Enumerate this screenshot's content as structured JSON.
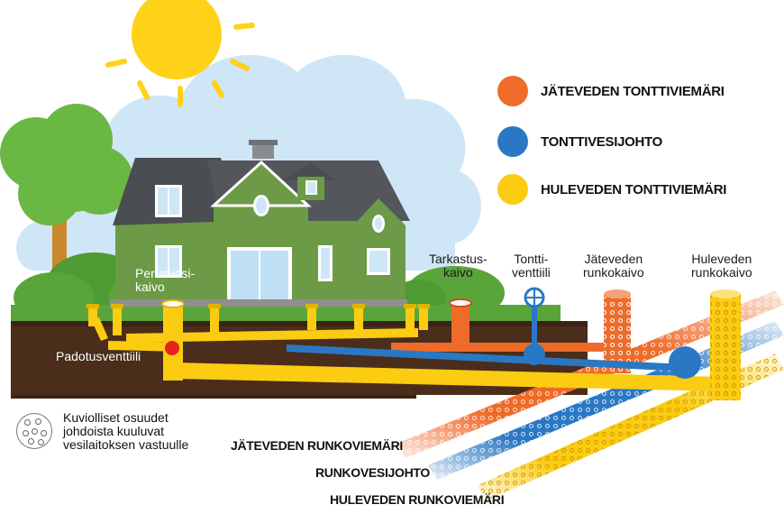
{
  "legend": [
    {
      "label": "JÄTEVEDEN TONTTIVIEMÄRI",
      "color": "#ef6b2a"
    },
    {
      "label": "TONTTIVESIJOHTO",
      "color": "#2a78c4"
    },
    {
      "label": "HULEVEDEN TONTTIVIEMÄRI",
      "color": "#fbcc12"
    }
  ],
  "labels": {
    "perusvesi_1": "Perusvesi-",
    "perusvesi_2": "kaivo",
    "padotus": "Padotusventtiili",
    "tarkastus_1": "Tarkastus-",
    "tarkastus_2": "kaivo",
    "tontti_1": "Tontti-",
    "tontti_2": "venttiili",
    "jatevesi_1": "Jäteveden",
    "jatevesi_2": "runkokaivo",
    "hulevesi_1": "Huleveden",
    "hulevesi_2": "runkokaivo"
  },
  "note": {
    "line1": "Kuviolliset osuudet",
    "line2": "johdoista kuuluvat",
    "line3": "vesilaitoksen vastuulle"
  },
  "main_pipes": {
    "jatevesi": "JÄTEVEDEN RUNKOVIEMÄRI",
    "runkovesi": "RUNKOVESIJOHTO",
    "hulevesi": "HULEVEDEN RUNKOVIEMÄRI"
  },
  "colors": {
    "sewage": "#ef6b2a",
    "water": "#2a78c4",
    "storm": "#fbcc12",
    "sky": "#cfe6f7",
    "grass": "#5aa53a",
    "soil": "#4a2d1a",
    "house": "#6c9a47",
    "roof": "#4a4d52",
    "sun": "#ffd21a"
  }
}
